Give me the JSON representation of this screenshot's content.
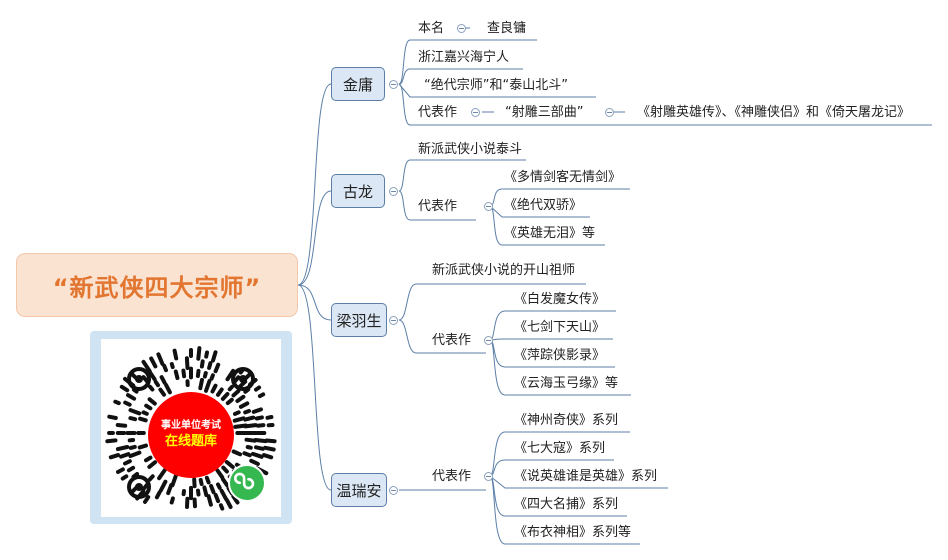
{
  "root": {
    "title": "“新武侠四大宗师”"
  },
  "jinyong": {
    "name": "金庸",
    "real_name_label": "本名",
    "real_name_value": "查良镛",
    "origin": "浙江嘉兴海宁人",
    "honor": "“绝代宗师”和“泰山北斗”",
    "works_label": "代表作",
    "works_group": "“射雕三部曲”",
    "works_titles": "《射雕英雄传》、《神雕侠侣》和《倚天屠龙记》"
  },
  "gulong": {
    "name": "古龙",
    "desc": "新派武侠小说泰斗",
    "works_label": "代表作",
    "works": [
      "《多情剑客无情剑》",
      "《绝代双骄》",
      "《英雄无泪》等"
    ]
  },
  "liangyusheng": {
    "name": "梁羽生",
    "desc": "新派武侠小说的开山祖师",
    "works_label": "代表作",
    "works": [
      "《白发魔女传》",
      "《七剑下天山》",
      "《萍踪侠影录》",
      "《云海玉弓缘》等"
    ]
  },
  "wenruian": {
    "name": "温瑞安",
    "works_label": "代表作",
    "works": [
      "《神州奇侠》系列",
      "《七大寇》系列",
      "《说英雄谁是英雄》系列",
      "《四大名捕》系列",
      "《布衣神相》系列等"
    ]
  },
  "qr": {
    "line1": "事业单位考试",
    "line2": "在线题库",
    "mini_icon": "mini-program-icon"
  },
  "colors": {
    "root_fill": "#fbe3d2",
    "root_text": "#e2752f",
    "main_fill": "#dbe7f4",
    "main_border": "#5c7fa7",
    "line": "#5c7fa7",
    "qr_center": "#ff0000",
    "qr_text_highlight": "#ffff00",
    "qr_frame": "#cfe3f3"
  }
}
